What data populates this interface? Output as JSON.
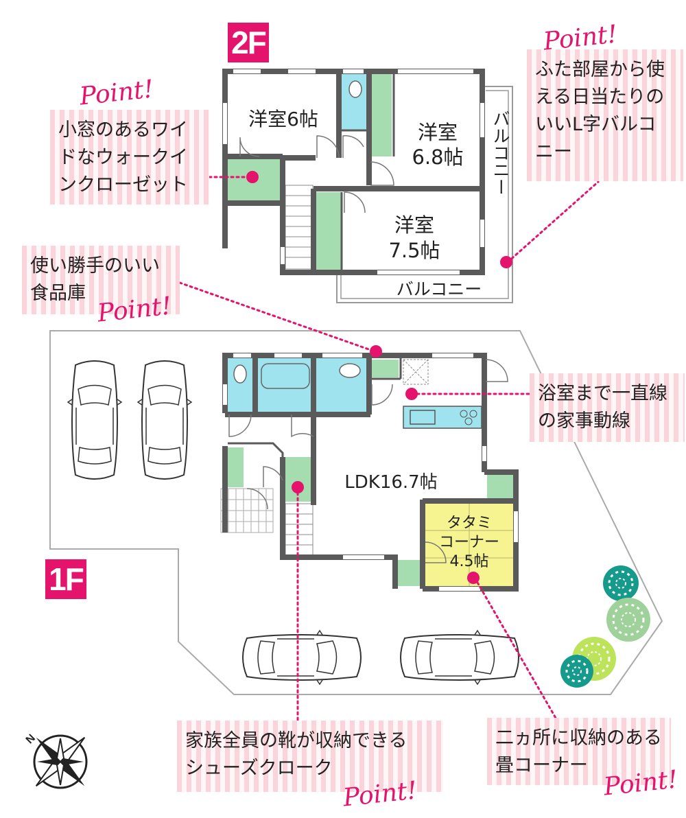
{
  "floors": {
    "second": "2F",
    "first": "1F"
  },
  "rooms_2f": {
    "western_6": "洋室6帖",
    "western_68_a": "洋室",
    "western_68_b": "6.8帖",
    "western_75_a": "洋室",
    "western_75_b": "7.5帖",
    "balcony_side": "バルコニー",
    "balcony_front": "バルコニー"
  },
  "rooms_1f": {
    "ldk": "LDK16.7帖",
    "tatami_1": "タタミ",
    "tatami_2": "コーナー",
    "tatami_3": "4.5帖"
  },
  "callouts": {
    "walkin": [
      "小窓のあるワイ",
      "ドなウォークイ",
      "ンクローゼット"
    ],
    "balcony": [
      "ふた部屋から使",
      "える日当たりの",
      "いいL字バルコ",
      "ニー"
    ],
    "pantry": [
      "使い勝手のいい",
      "食品庫"
    ],
    "bath": [
      "浴室まで一直線",
      "の家事動線"
    ],
    "shoes": [
      "家族全員の靴が収納できる",
      "シューズクローク"
    ],
    "tatami": [
      "二ヵ所に収納のある",
      "畳コーナー"
    ]
  },
  "point_label": "Point!",
  "compass_label": "N",
  "colors": {
    "accent": "#e4136c",
    "storage": "#a5dcb0",
    "wet": "#9fe3ee",
    "tatami": "#f6f391",
    "wall": "#5a5a5a",
    "callout_stripe": "#fbd3db"
  }
}
